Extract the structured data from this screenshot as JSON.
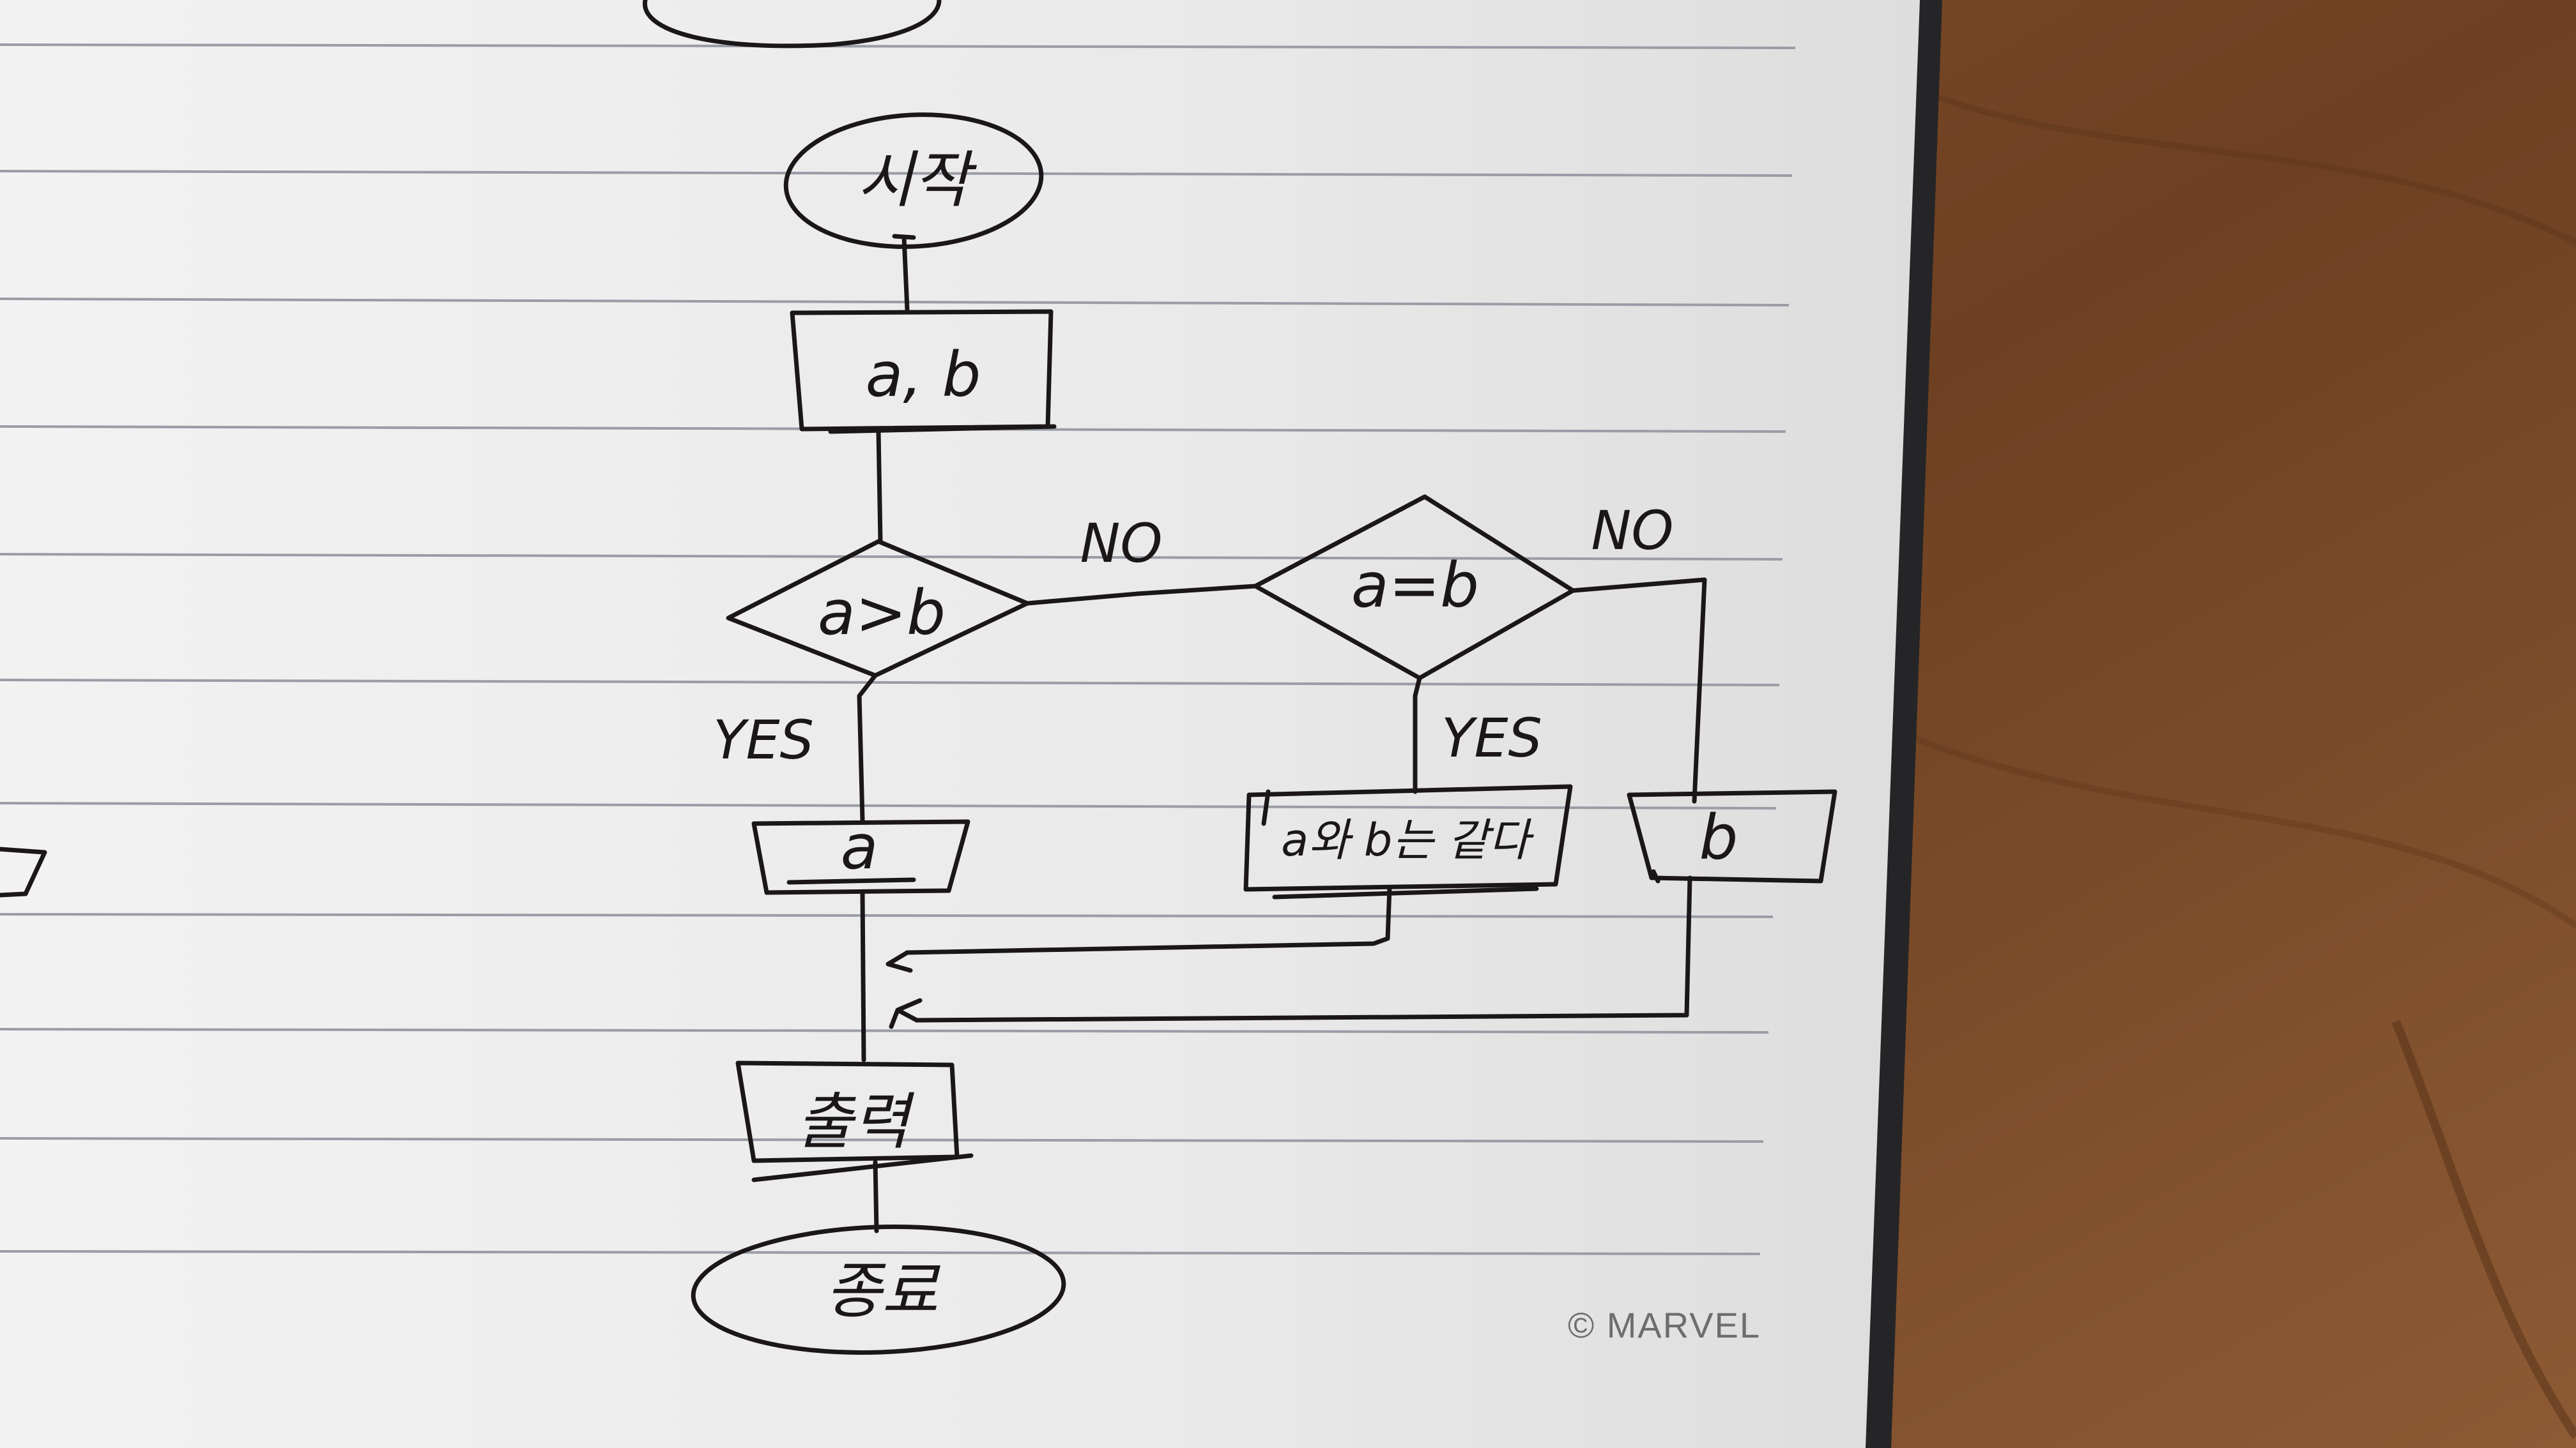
{
  "diagram": {
    "nodes": {
      "start": {
        "label": "시작"
      },
      "input": {
        "label": "a, b"
      },
      "decision_gt": {
        "label": "a>b"
      },
      "decision_eq": {
        "label": "a=b"
      },
      "out_a": {
        "label": "a"
      },
      "out_equal": {
        "label": "a와 b는 같다"
      },
      "out_b": {
        "label": "b"
      },
      "print": {
        "label": "출력"
      },
      "end": {
        "label": "종료"
      }
    },
    "edges": {
      "gt_yes": "YES",
      "gt_no": "NO",
      "eq_yes": "YES",
      "eq_no": "NO"
    }
  },
  "watermark": {
    "text": "© MARVEL"
  },
  "colors": {
    "paper": "#eeeeee",
    "ink": "#1b1618",
    "rule_line": "#9a9ca6",
    "wood": "#7a4a28"
  }
}
